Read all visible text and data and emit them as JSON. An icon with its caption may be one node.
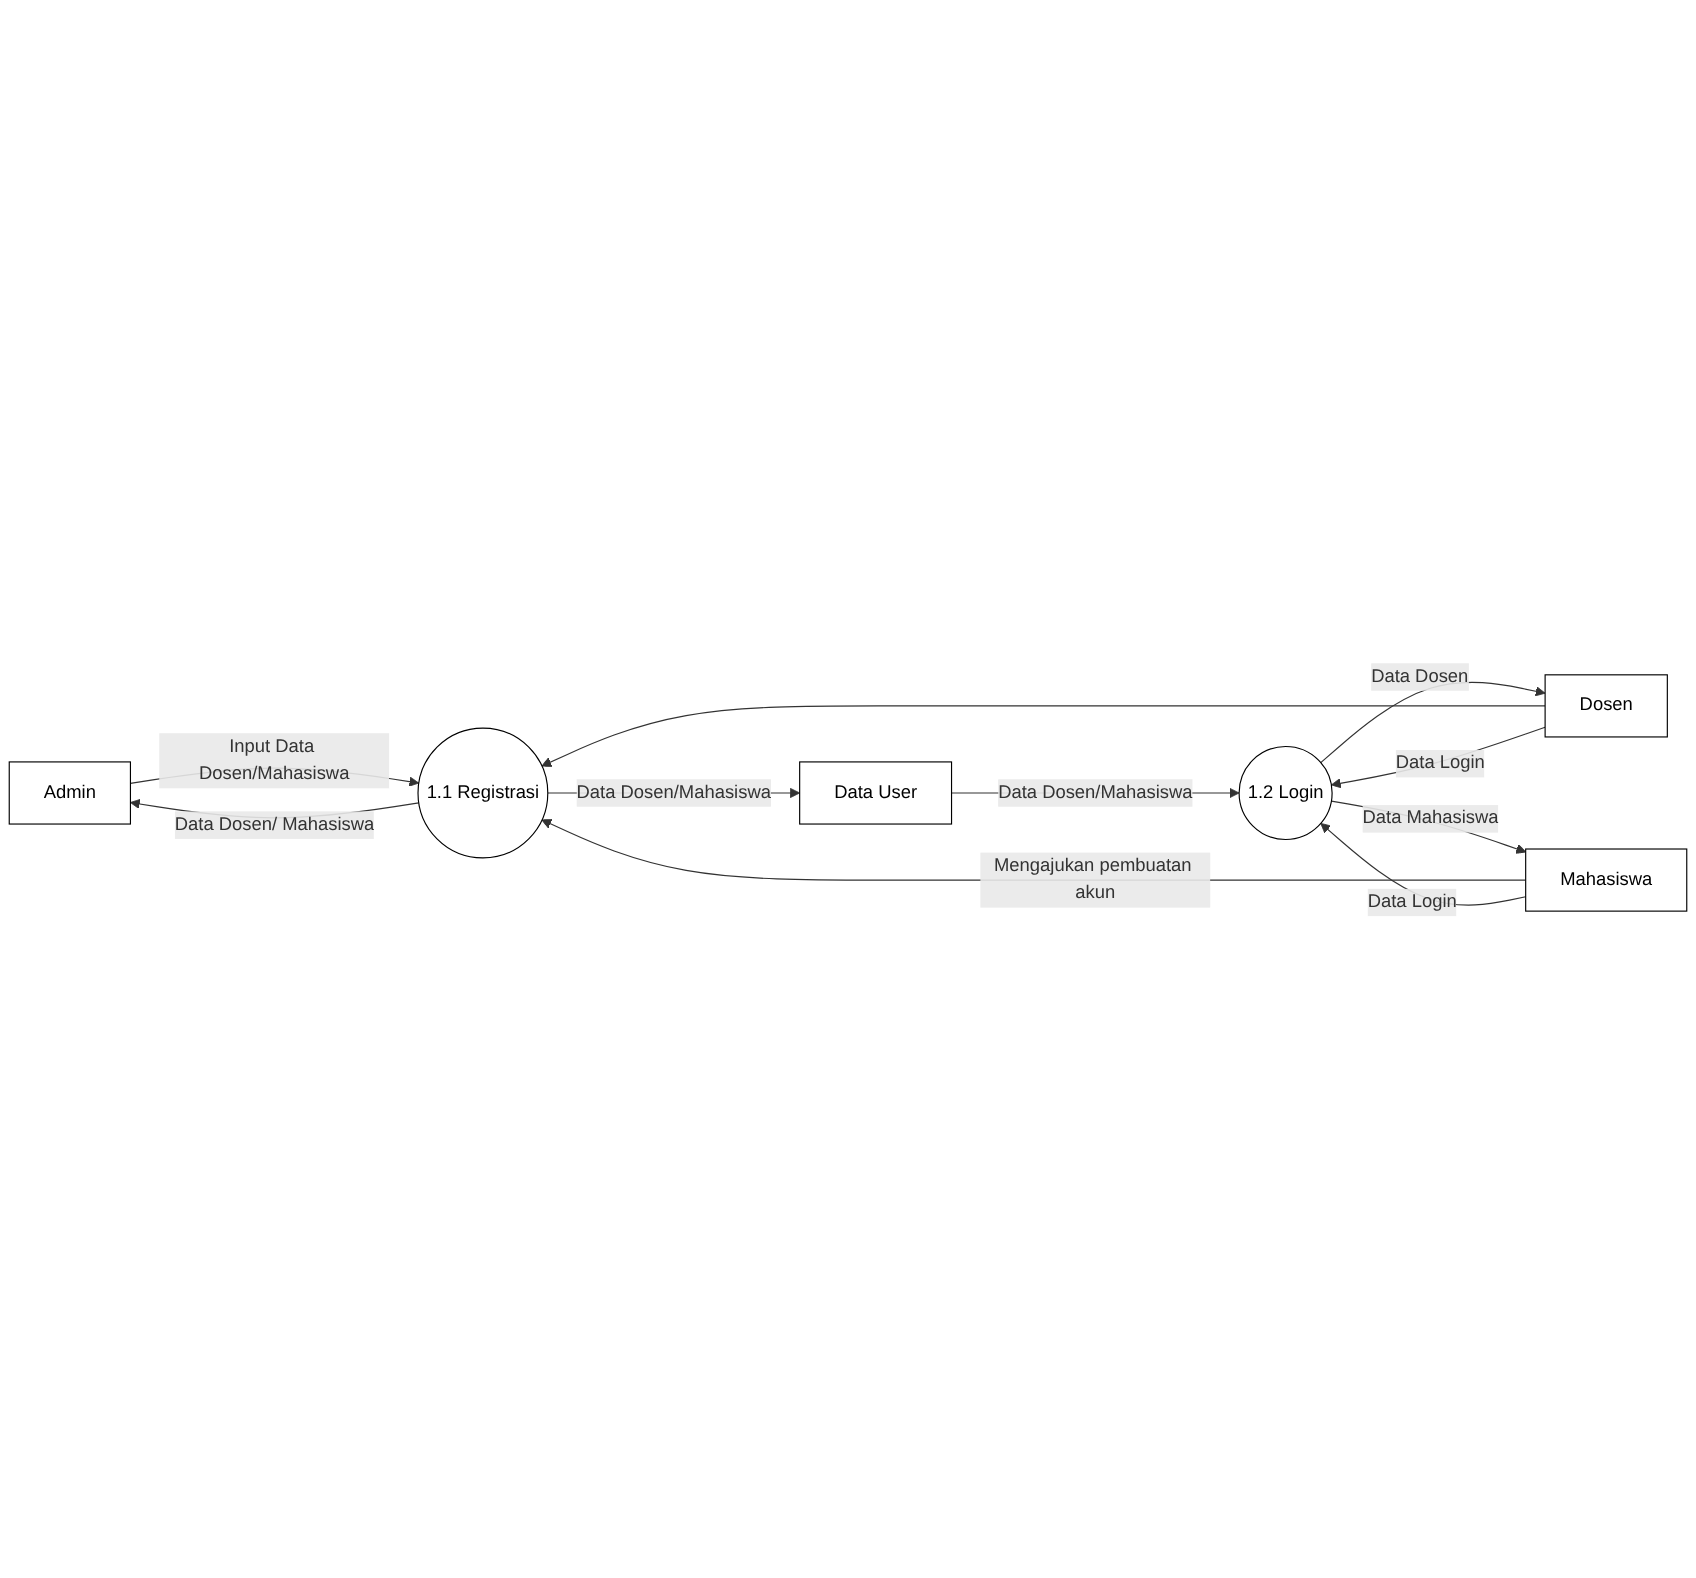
{
  "diagram": {
    "nodes": [
      {
        "text": [
          "Admin"
        ]
      },
      {
        "text": [
          "1.1 Registrasi"
        ]
      },
      {
        "text": [
          "Data User"
        ]
      },
      {
        "text": [
          "Mahasiswa"
        ]
      },
      {
        "text": [
          "Dosen"
        ]
      },
      {
        "text": [
          "1.2 Login"
        ]
      }
    ],
    "edges": [
      {
        "from": 0,
        "to": 1,
        "arrow": "to",
        "label": "Input Data Dosen/Mahasiswa"
      },
      {
        "from": 1,
        "to": 0,
        "arrow": "to",
        "label": "Data Dosen/ Mahasiswa"
      },
      {
        "from": 1,
        "to": 2,
        "arrow": "to",
        "label": "Data Dosen/Mahasiswa"
      },
      {
        "from": 3,
        "to": 1,
        "arrow": "to",
        "label": "Mengajukan pembuatan akun"
      },
      {
        "from": 4,
        "to": 1,
        "arrow": "to"
      },
      {
        "from": 2,
        "to": 5,
        "arrow": "to",
        "label": "Data Dosen/Mahasiswa"
      },
      {
        "from": 4,
        "to": 5,
        "arrow": "to",
        "label": "Data Login"
      },
      {
        "from": 5,
        "to": 4,
        "arrow": "to",
        "label": "Data Dosen"
      },
      {
        "from": 3,
        "to": 5,
        "arrow": "to",
        "label": "Data Login"
      },
      {
        "from": 5,
        "to": 3,
        "arrow": "to",
        "label": "Data Mahasiswa"
      }
    ]
  }
}
